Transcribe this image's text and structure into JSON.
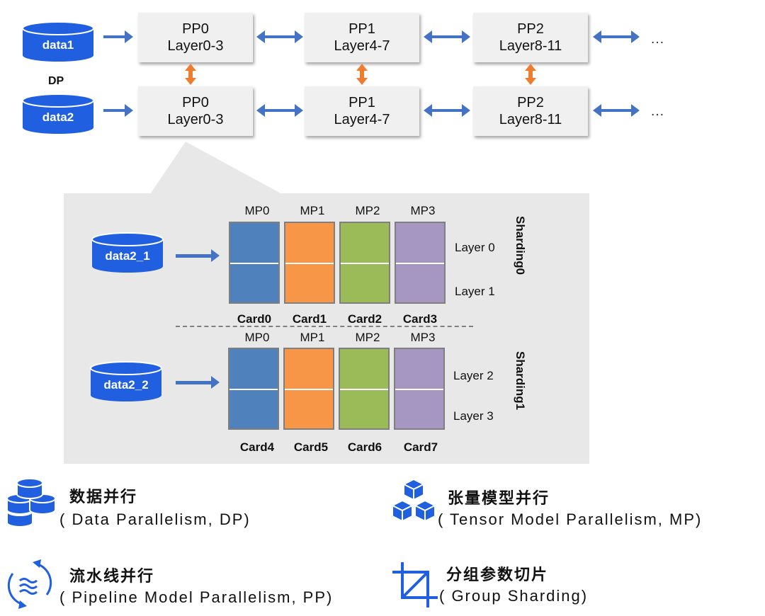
{
  "dp_row": {
    "rows": [
      {
        "data_label": "data1",
        "stages": [
          {
            "pp": "PP0",
            "layers": "Layer0-3"
          },
          {
            "pp": "PP1",
            "layers": "Layer4-7"
          },
          {
            "pp": "PP2",
            "layers": "Layer8-11"
          }
        ],
        "ellipsis": "…"
      },
      {
        "data_label": "data2",
        "stages": [
          {
            "pp": "PP0",
            "layers": "Layer0-3"
          },
          {
            "pp": "PP1",
            "layers": "Layer4-7"
          },
          {
            "pp": "PP2",
            "layers": "Layer8-11"
          }
        ],
        "ellipsis": "…"
      }
    ],
    "dp_label": "DP"
  },
  "detail": {
    "groups": [
      {
        "data_label": "data2_1",
        "sharding_label": "Sharding0",
        "mp_labels": [
          "MP0",
          "MP1",
          "MP2",
          "MP3"
        ],
        "cards": [
          "Card0",
          "Card1",
          "Card2",
          "Card3"
        ],
        "layers": [
          "Layer 0",
          "Layer 1"
        ]
      },
      {
        "data_label": "data2_2",
        "sharding_label": "Sharding1",
        "mp_labels": [
          "MP0",
          "MP1",
          "MP2",
          "MP3"
        ],
        "cards": [
          "Card4",
          "Card5",
          "Card6",
          "Card7"
        ],
        "layers": [
          "Layer 2",
          "Layer 3"
        ]
      }
    ],
    "card_colors": [
      "#4f81bd",
      "#f79646",
      "#9bbb59",
      "#a597c1"
    ]
  },
  "legend": {
    "dp": {
      "title": "数据并行",
      "subtitle": "( Data Parallelism, DP)",
      "icon": "database-stack-icon"
    },
    "mp": {
      "title": "张量模型并行",
      "subtitle": "( Tensor Model Parallelism, MP)",
      "icon": "cubes-icon"
    },
    "pp": {
      "title": "流水线并行",
      "subtitle": "( Pipeline Model Parallelism,  PP)",
      "icon": "cycle-flow-icon"
    },
    "gs": {
      "title": "分组参数切片",
      "subtitle": "( Group Sharding)",
      "icon": "crop-icon"
    }
  },
  "colors": {
    "accent": "#1f5fe0",
    "arrow": "#4472c4",
    "orange": "#ed7d31"
  }
}
